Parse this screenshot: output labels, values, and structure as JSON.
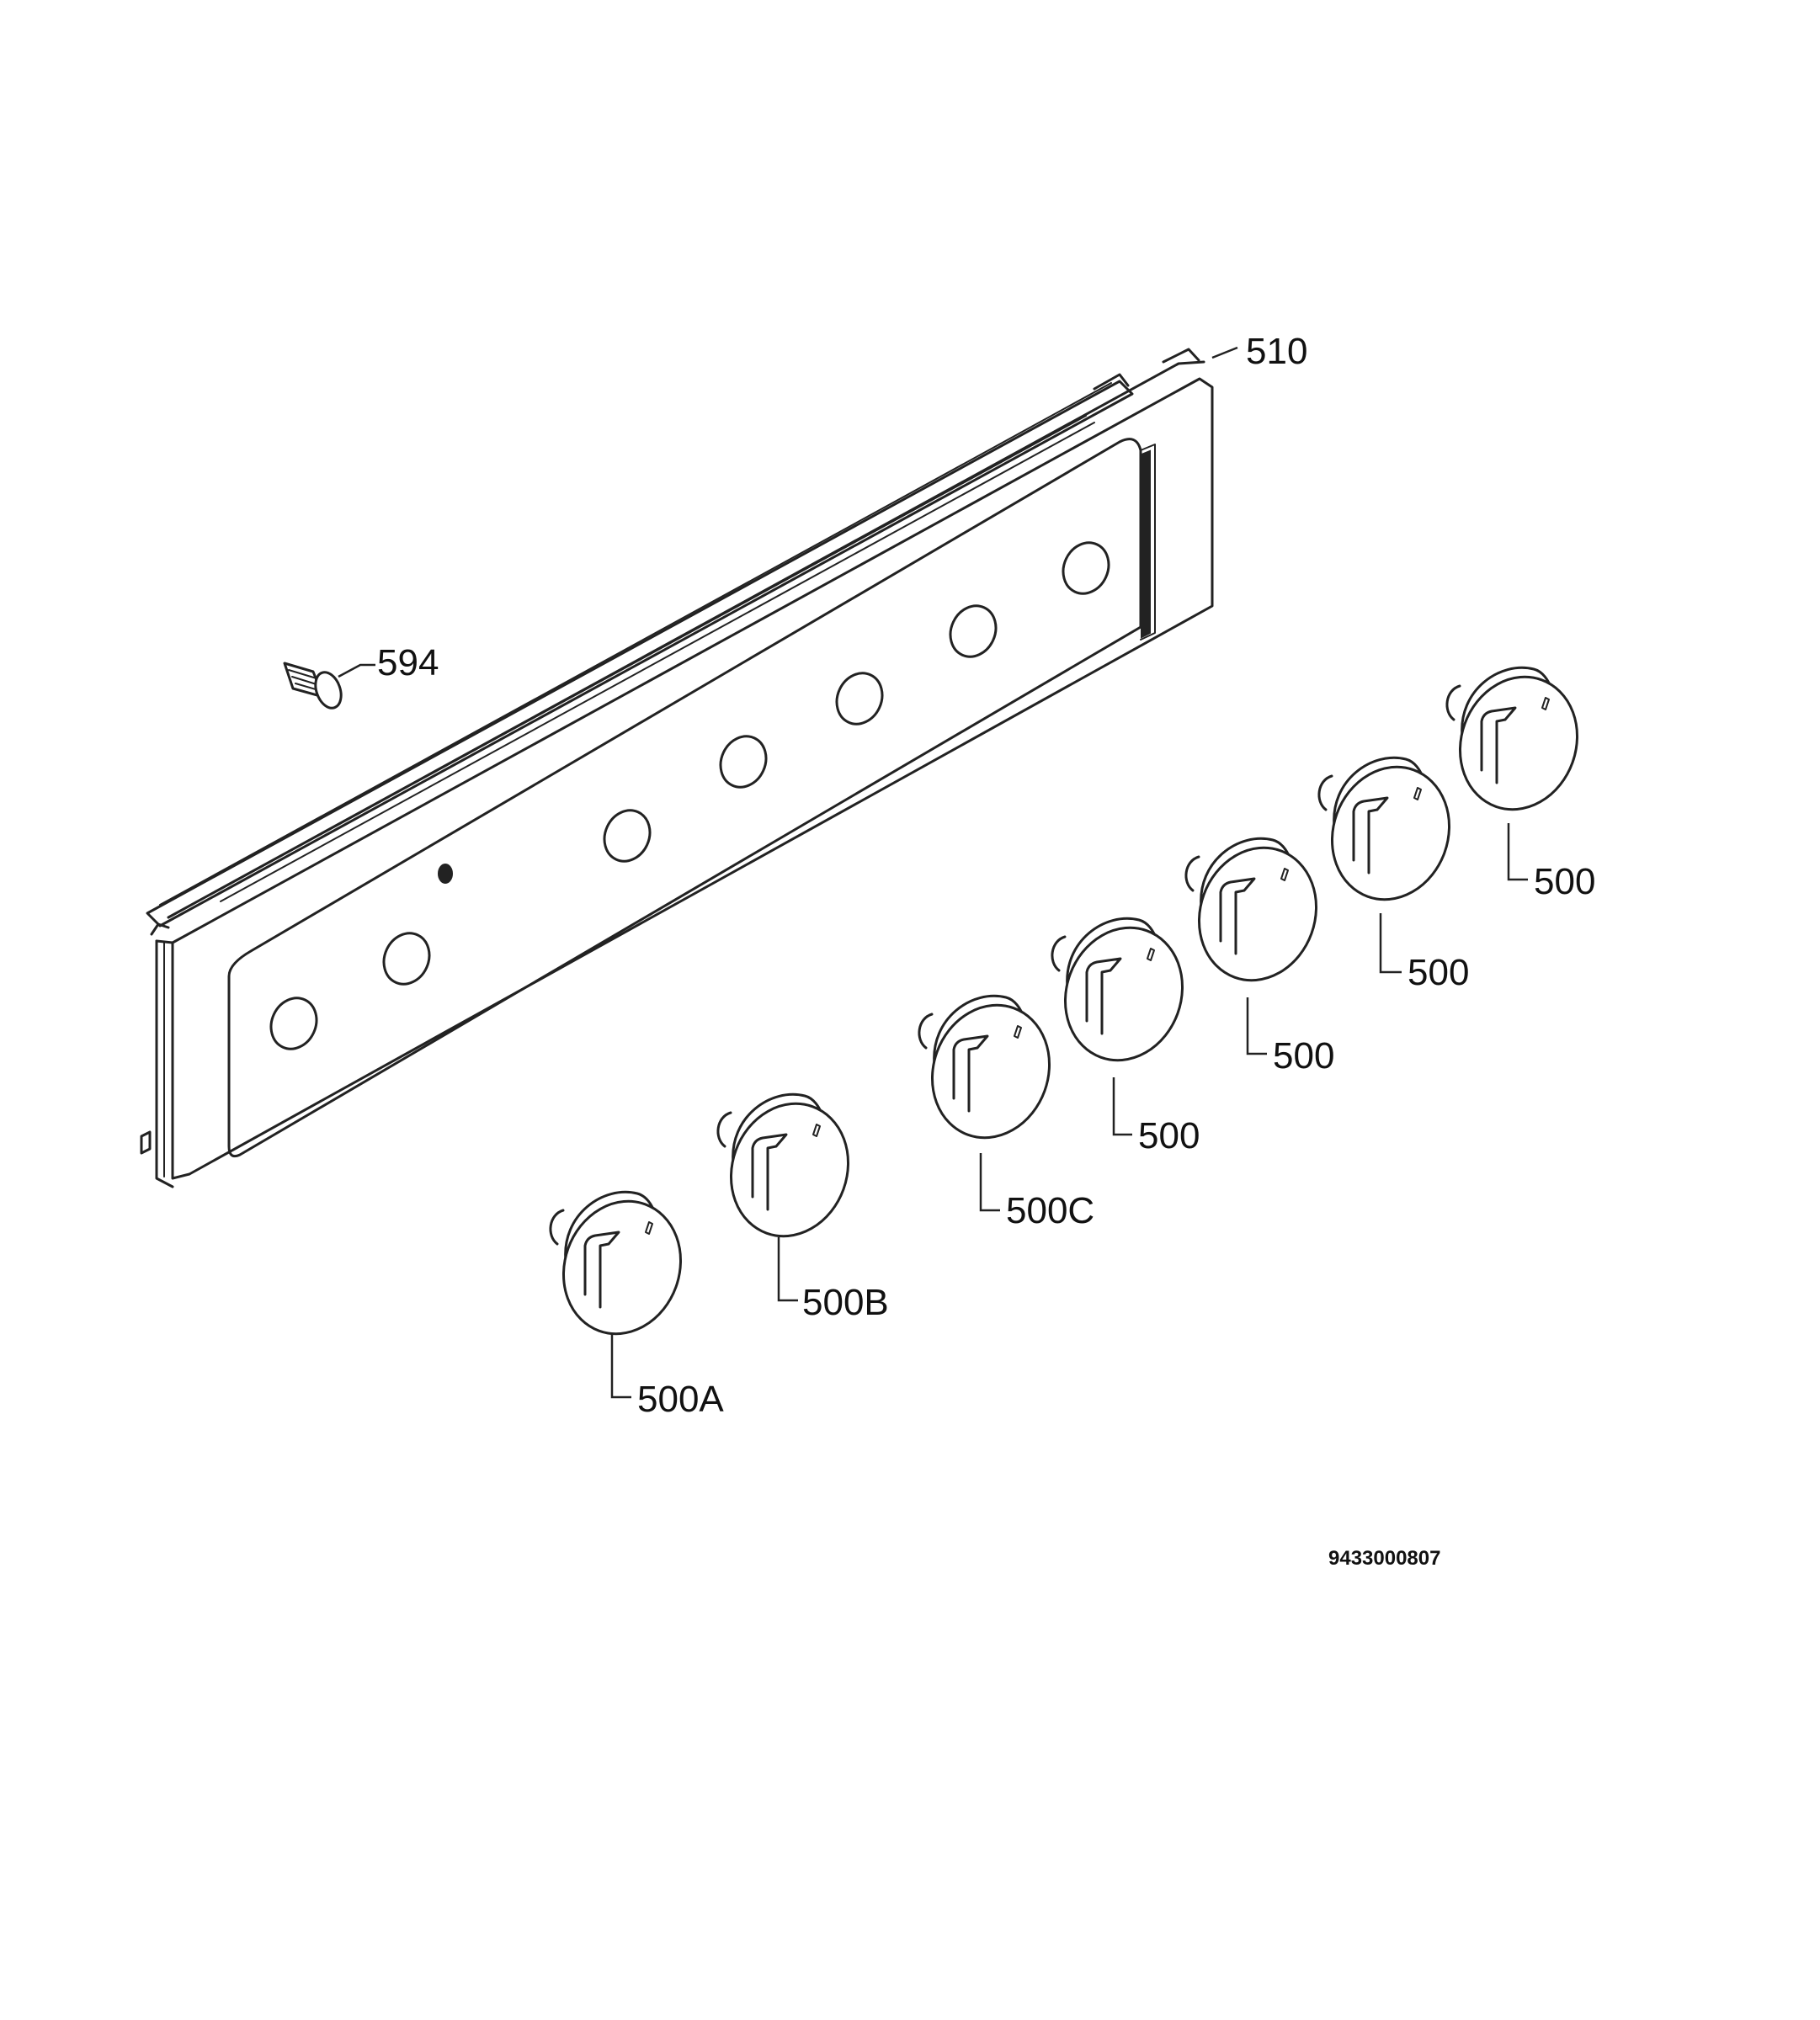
{
  "parts": {
    "panel": "510",
    "screw": "594",
    "knob_1": "500A",
    "knob_2": "500B",
    "knob_3": "500C",
    "knob_4": "500",
    "knob_5": "500",
    "knob_6": "500",
    "knob_7": "500"
  },
  "document_id": "9433000807",
  "colors": {
    "ink": "#222222",
    "paper": "#ffffff"
  }
}
